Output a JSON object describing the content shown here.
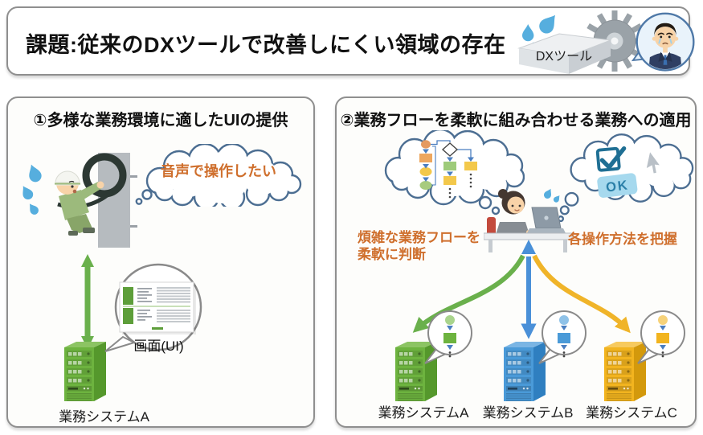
{
  "title": {
    "text": "課題:従来のDXツールで改善しにくい領域の存在",
    "tool_label": "DXツール"
  },
  "panel1": {
    "heading": "①多様な業務環境に適したUIの提供",
    "cloud_text": "音声で操作したい",
    "screen_label": "画面(UI)",
    "server_label": "業務システムA"
  },
  "panel2": {
    "heading": "②業務フローを柔軟に組み合わせる業務への適用",
    "left_note_line1": "煩雑な業務フローを",
    "left_note_line2": "柔軟に判断",
    "right_note": "各操作方法を把握",
    "ok_label": "OK",
    "servers": [
      {
        "label": "業務システムA",
        "color": "#6db33f"
      },
      {
        "label": "業務システムB",
        "color": "#4a9ad8"
      },
      {
        "label": "業務システムC",
        "color": "#f2b41f"
      }
    ]
  },
  "colors": {
    "border-gray": "#8f8f8f",
    "orange-text": "#cf6f2d",
    "cloud-stroke": "#4c6e92",
    "arrow-green": "#6ab04c",
    "arrow-blue": "#4a90d8",
    "arrow-yellow": "#f0b429",
    "flow-arrow": "#4a7ec0",
    "sweat-blue": "#56aede",
    "green-front": "#6db33f",
    "green-side": "#55982c",
    "green-top": "#8cc463",
    "green-light": "#a9d48c",
    "blue-front": "#4a9ad8",
    "blue-side": "#2f7fc0",
    "blue-top": "#7ab5e4",
    "blue-light": "#8fc2e8",
    "yellow-front": "#f2b41f",
    "yellow-side": "#d3990c",
    "yellow-top": "#f7ca5e",
    "yellow-light": "#f6d27a",
    "ok-bg": "#a6d9ee",
    "ok-text": "#2a7fa8",
    "check-teal": "#1f6f94",
    "cursor-gray": "#b9c0c7",
    "screen-green": "#5d9e3a",
    "gear-gray": "#9aa2a8"
  }
}
